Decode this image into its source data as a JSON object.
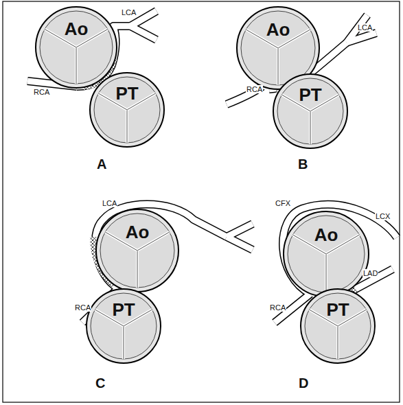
{
  "diagram": {
    "nodes": [
      {
        "text": [
          "Ao"
        ]
      },
      {
        "text": [
          "PT"
        ]
      },
      {
        "text": [
          "Ao"
        ]
      },
      {
        "text": [
          "PT"
        ]
      },
      {
        "text": [
          "Ao"
        ]
      },
      {
        "text": [
          "PT"
        ]
      },
      {
        "text": [
          "Ao"
        ]
      },
      {
        "text": [
          "PT"
        ]
      }
    ],
    "labels": [
      "LCA",
      "RCA",
      "A",
      "LCA",
      "RCA",
      "B",
      "LCA",
      "RCA",
      "C",
      "CFX",
      "LCX",
      "LAD",
      "RCA",
      "D"
    ]
  }
}
